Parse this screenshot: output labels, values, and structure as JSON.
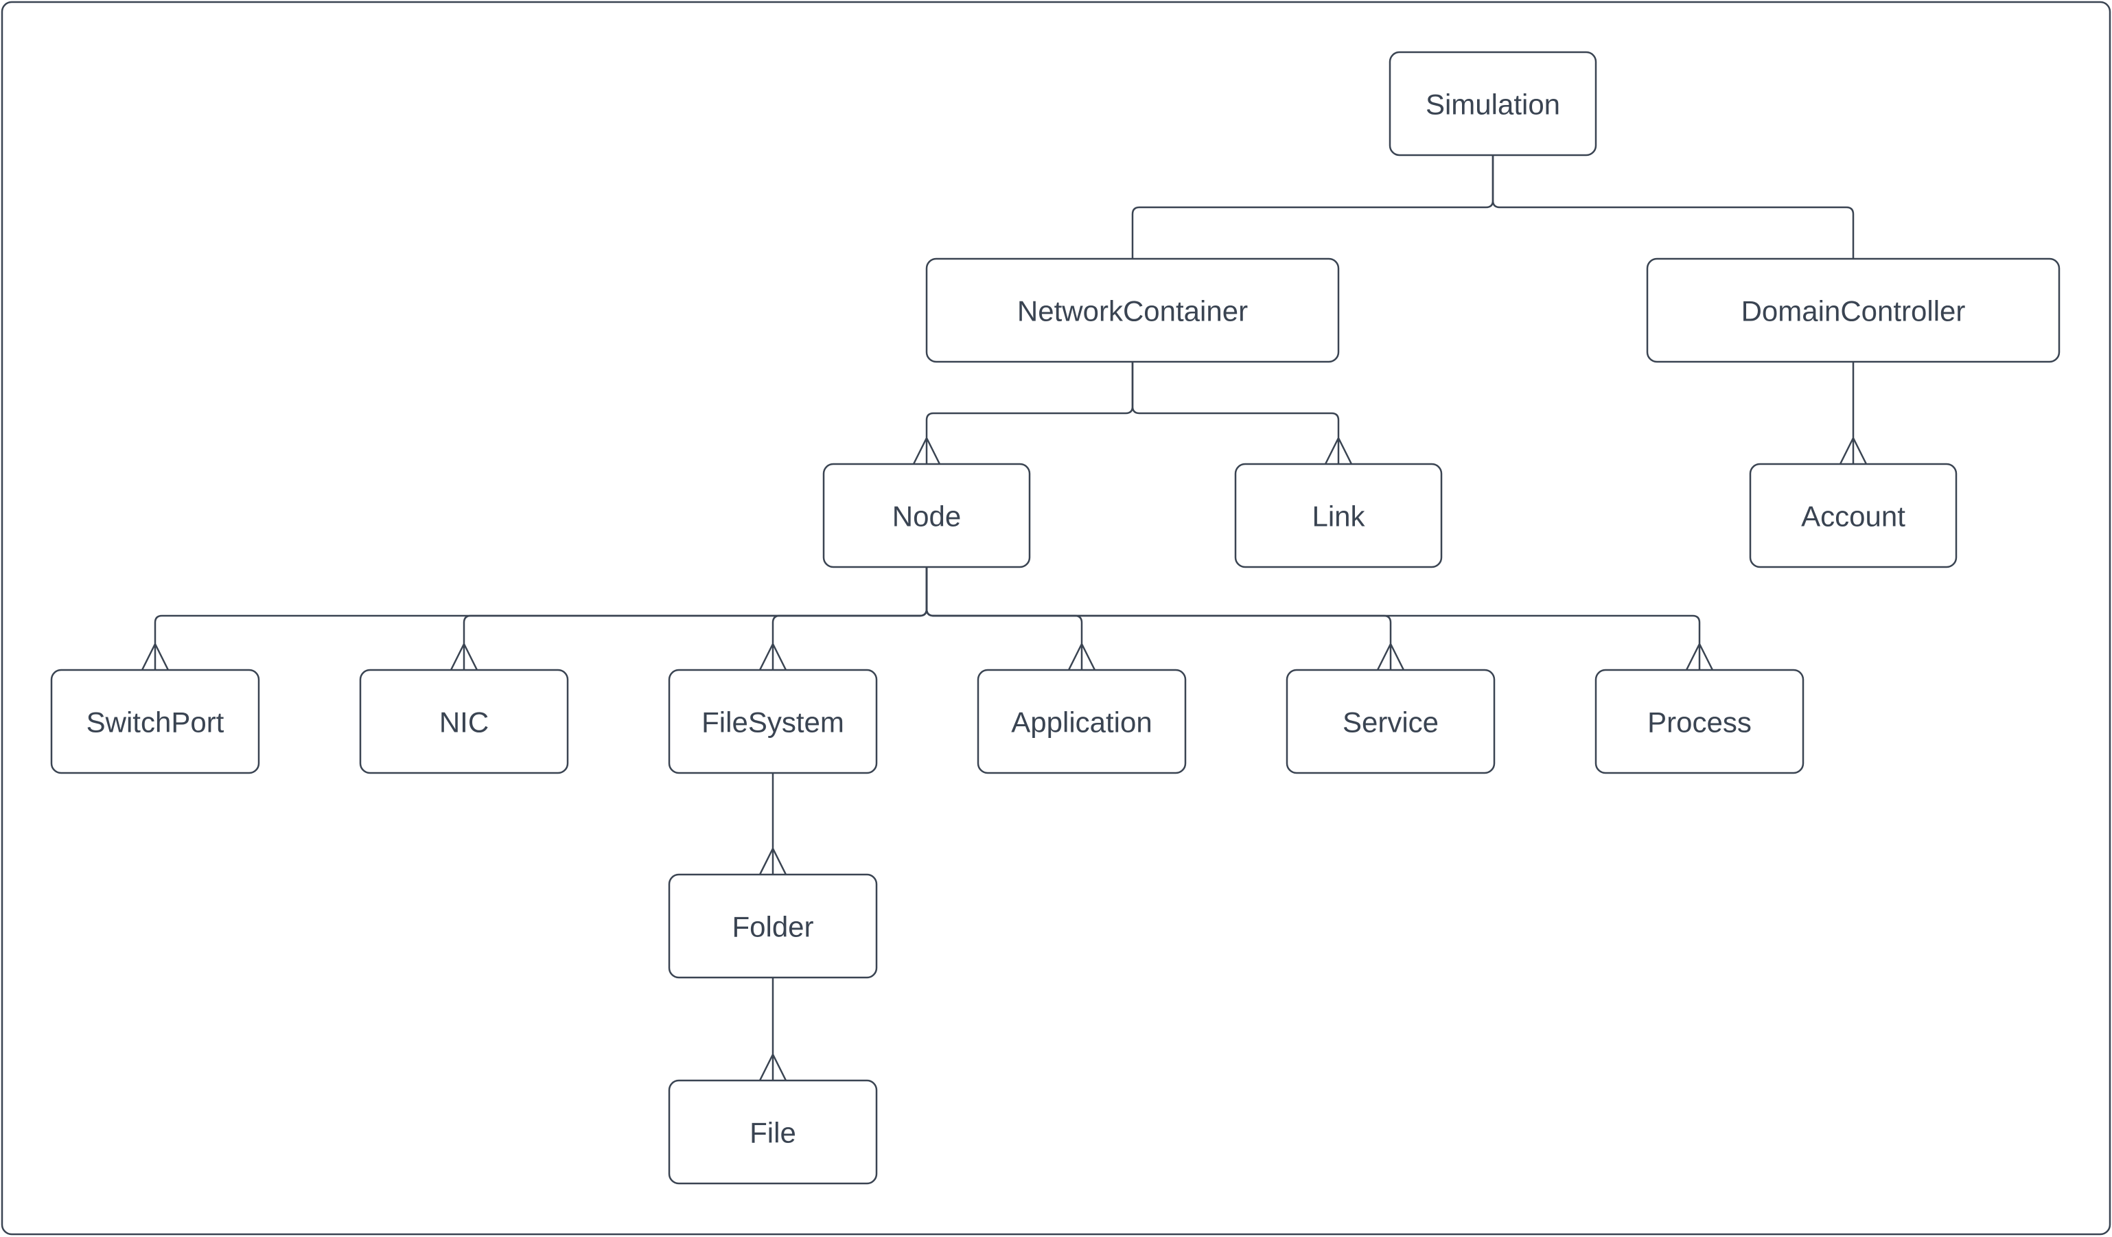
{
  "diagram": {
    "type": "tree",
    "direction": "top-down",
    "background_color": "#ffffff",
    "line_color": "#3a4452",
    "text_color": "#3a4452",
    "box_fill": "#ffffff",
    "arrow_style": "open fork arrowhead at child end pointing toward parent",
    "nodes": {
      "simulation": {
        "label": "Simulation"
      },
      "network_container": {
        "label": "NetworkContainer"
      },
      "domain_controller": {
        "label": "DomainController"
      },
      "node": {
        "label": "Node"
      },
      "link": {
        "label": "Link"
      },
      "account": {
        "label": "Account"
      },
      "switch_port": {
        "label": "SwitchPort"
      },
      "nic": {
        "label": "NIC"
      },
      "file_system": {
        "label": "FileSystem"
      },
      "application": {
        "label": "Application"
      },
      "service": {
        "label": "Service"
      },
      "process": {
        "label": "Process"
      },
      "folder": {
        "label": "Folder"
      },
      "file": {
        "label": "File"
      }
    },
    "edges": [
      {
        "from": "Simulation",
        "to": "NetworkContainer"
      },
      {
        "from": "Simulation",
        "to": "DomainController"
      },
      {
        "from": "NetworkContainer",
        "to": "Node"
      },
      {
        "from": "NetworkContainer",
        "to": "Link"
      },
      {
        "from": "DomainController",
        "to": "Account"
      },
      {
        "from": "Node",
        "to": "SwitchPort"
      },
      {
        "from": "Node",
        "to": "NIC"
      },
      {
        "from": "Node",
        "to": "FileSystem"
      },
      {
        "from": "Node",
        "to": "Application"
      },
      {
        "from": "Node",
        "to": "Service"
      },
      {
        "from": "Node",
        "to": "Process"
      },
      {
        "from": "FileSystem",
        "to": "Folder"
      },
      {
        "from": "Folder",
        "to": "File"
      }
    ]
  }
}
